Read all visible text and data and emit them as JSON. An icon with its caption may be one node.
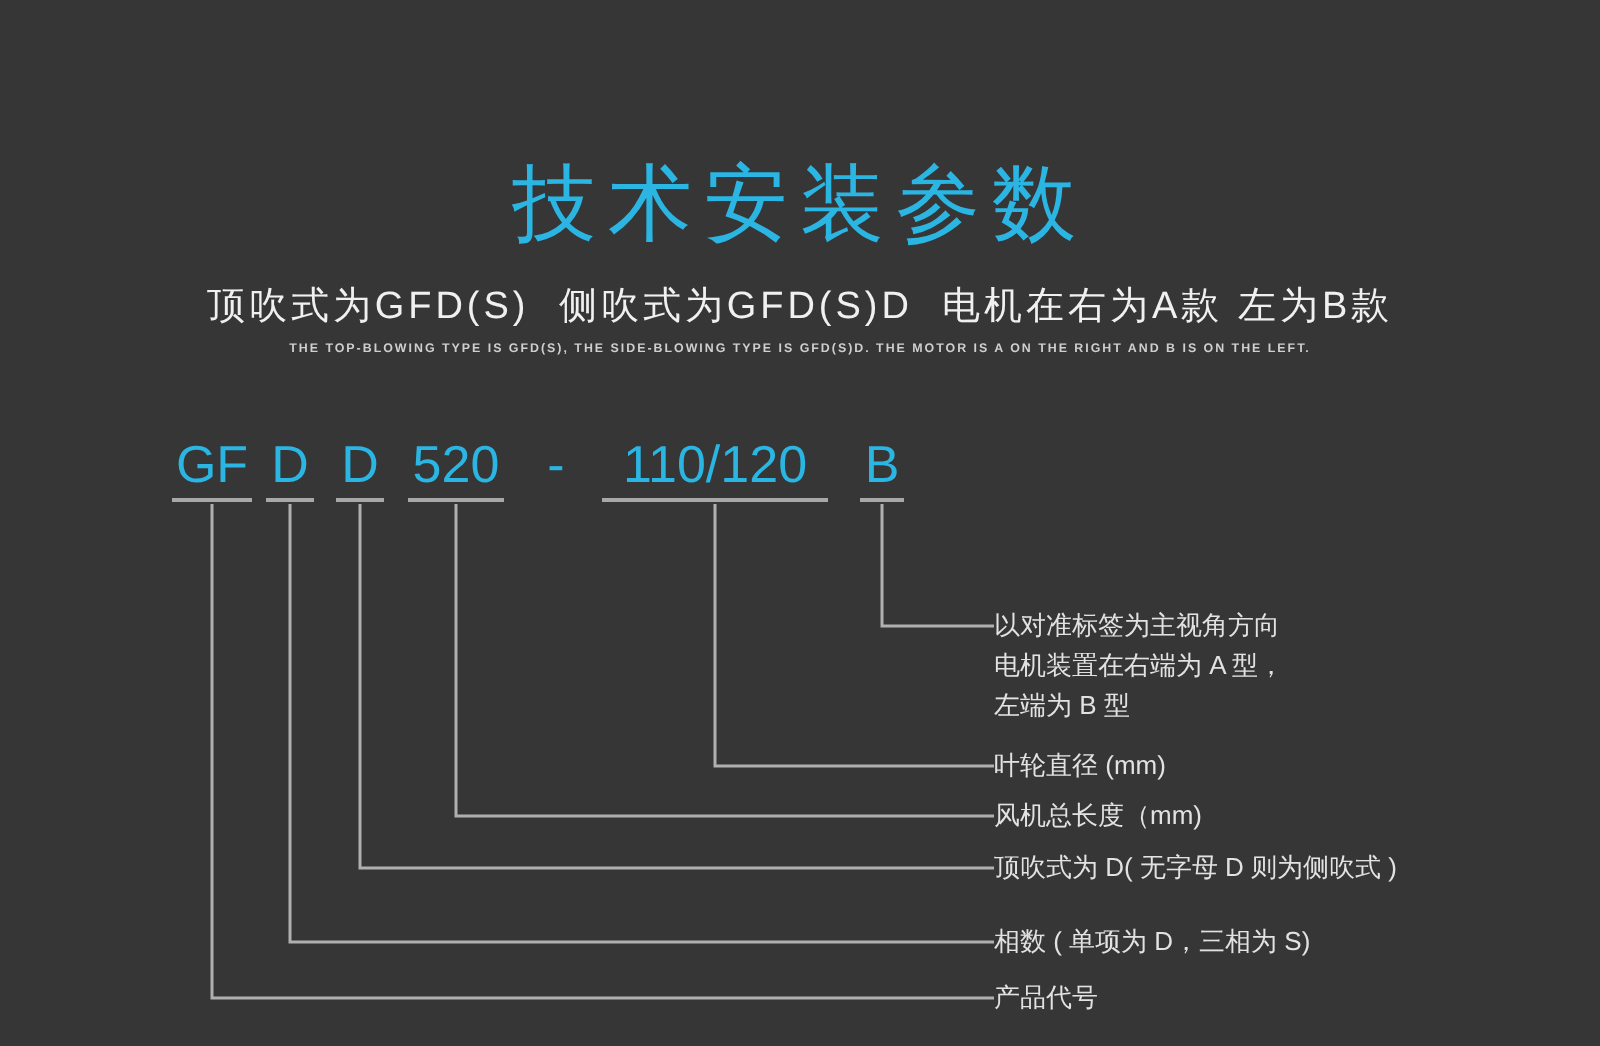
{
  "diagram": {
    "title": "技术安装参数",
    "nodes": [
      {
        "text": [
          "GF"
        ]
      },
      {
        "text": [
          "D"
        ]
      },
      {
        "text": [
          "D"
        ]
      },
      {
        "text": [
          "520"
        ]
      },
      {
        "text": [
          "110/120"
        ]
      },
      {
        "text": [
          "B"
        ]
      },
      {
        "text": [
          "以对准标签为主视角方向电机装置在右端为 A 型，左端为 B 型"
        ]
      },
      {
        "text": [
          "叶轮直径 (mm)"
        ]
      },
      {
        "text": [
          "风机总长度（mm)"
        ]
      },
      {
        "text": [
          "顶吹式为 D( 无字母 D 则为侧吹式 )"
        ]
      },
      {
        "text": [
          "相数 ( 单项为 D，三相为 S)"
        ]
      },
      {
        "text": [
          "产品代号"
        ]
      }
    ],
    "edges": [
      {
        "from": 5,
        "to": 6,
        "arrow": "none"
      },
      {
        "from": 4,
        "to": 7,
        "arrow": "none"
      },
      {
        "from": 3,
        "to": 8,
        "arrow": "none"
      },
      {
        "from": 2,
        "to": 9,
        "arrow": "none"
      },
      {
        "from": 1,
        "to": 10,
        "arrow": "none"
      },
      {
        "from": 0,
        "to": 11,
        "arrow": "none"
      }
    ],
    "labels": [
      "顶吹式为GFD(S)  侧吹式为GFD(S)D  电机在右为A款 左为B款",
      "THE TOP-BLOWING TYPE IS GFD(S), THE SIDE-BLOWING TYPE IS GFD(S)D. THE MOTOR IS A ON THE RIGHT AND B IS ON THE LEFT.",
      "-"
    ]
  }
}
